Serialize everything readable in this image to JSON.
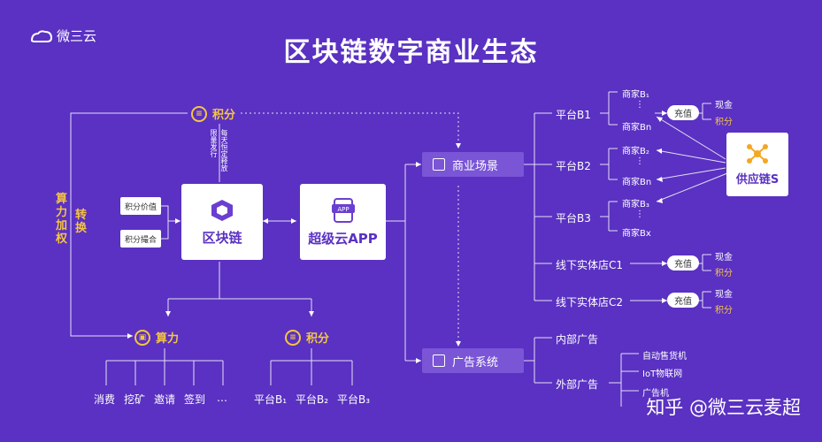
{
  "logo": {
    "text": "微三云"
  },
  "title": "区块链数字商业生态",
  "points_top": "积分",
  "limit_text": "限量发行",
  "rule_text": "每天恒定释放",
  "left_side": {
    "line1": "算力加权",
    "line2": "转换"
  },
  "pills": {
    "value": "积分价值",
    "match": "积分撮合"
  },
  "blockchain": {
    "label": "区块链"
  },
  "app": {
    "label": "超级云APP",
    "badge": "APP"
  },
  "hashpower": {
    "label": "算力",
    "items": [
      "消费",
      "挖矿",
      "邀请",
      "签到",
      "…"
    ]
  },
  "points_bottom": {
    "label": "积分",
    "items": [
      "平台B₁",
      "平台B₂",
      "平台B₃"
    ]
  },
  "business": {
    "label": "商业场景"
  },
  "ads": {
    "label": "广告系统",
    "internal": "内部广告",
    "external": "外部广告",
    "ext_items": [
      "自动售货机",
      "IoT物联网",
      "广告机"
    ]
  },
  "platforms": [
    {
      "name": "平台B1",
      "m1": "商家B₁",
      "m2": "商家Bn"
    },
    {
      "name": "平台B2",
      "m1": "商家B₂",
      "m2": "商家Bn"
    },
    {
      "name": "平台B3",
      "m1": "商家B₃",
      "m2": "商家Bx"
    }
  ],
  "dots": "⋮",
  "stores": [
    {
      "name": "线下实体店C1"
    },
    {
      "name": "线下实体店C2"
    }
  ],
  "charge": "充值",
  "cash": "现金",
  "points_small": "积分",
  "supply": {
    "label": "供应链S"
  },
  "watermark": "知乎 @微三云麦超",
  "colors": {
    "bg": "#5a31c2",
    "accent": "#f5c542"
  }
}
